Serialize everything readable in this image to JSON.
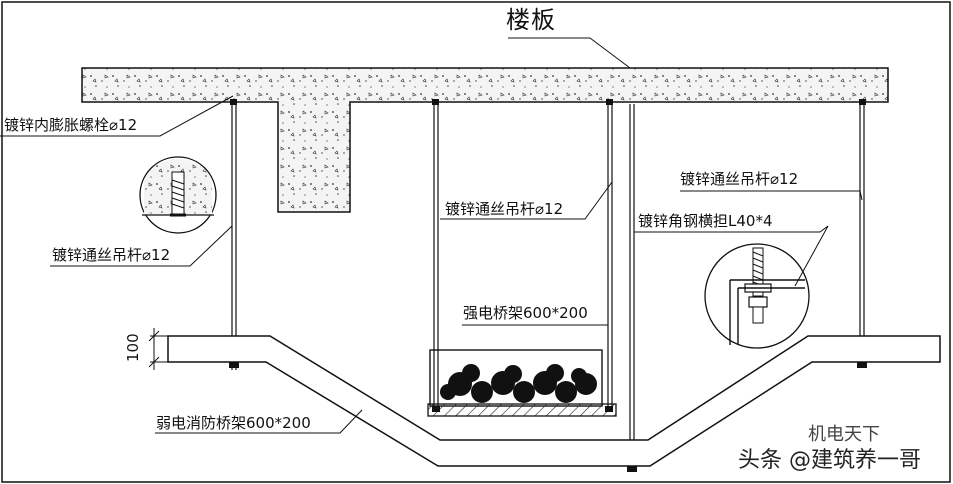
{
  "labels": {
    "floor_slab": "楼板",
    "expansion_bolt": "镀锌内膨胀螺栓⌀12",
    "rod_left": "镀锌通丝吊杆⌀12",
    "rod_center": "镀锌通丝吊杆⌀12",
    "rod_right": "镀锌通丝吊杆⌀12",
    "angle_bracket": "镀锌角钢横担L40*4",
    "strong_tray": "强电桥架600*200",
    "weak_fire_tray": "弱电消防桥架600*200",
    "dim_100": "100"
  },
  "watermark": {
    "top": "机电天下",
    "bottom": "头条 @建筑养一哥"
  }
}
